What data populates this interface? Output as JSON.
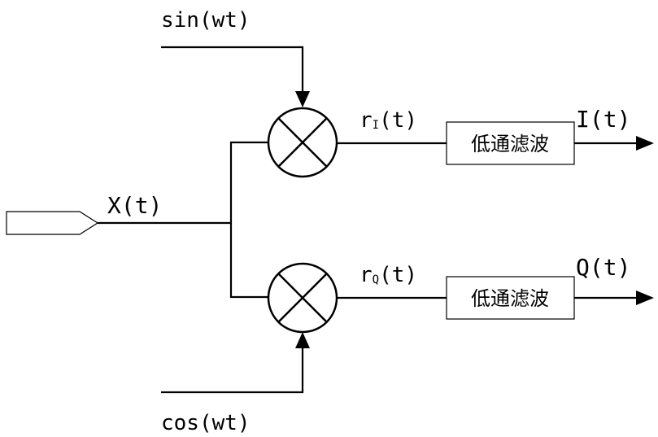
{
  "signals": {
    "sin": "sin(wt)",
    "cos": "cos(wt)",
    "input": "X(t)",
    "r_i_base": "r",
    "r_i_sub": "I",
    "r_i_suffix": "(t)",
    "r_q_base": "r",
    "r_q_sub": "Q",
    "r_q_suffix": "(t)",
    "output_i": "I(t)",
    "output_q": "Q(t)"
  },
  "blocks": {
    "lpf_top": "低通滤波",
    "lpf_bottom": "低通滤波"
  }
}
